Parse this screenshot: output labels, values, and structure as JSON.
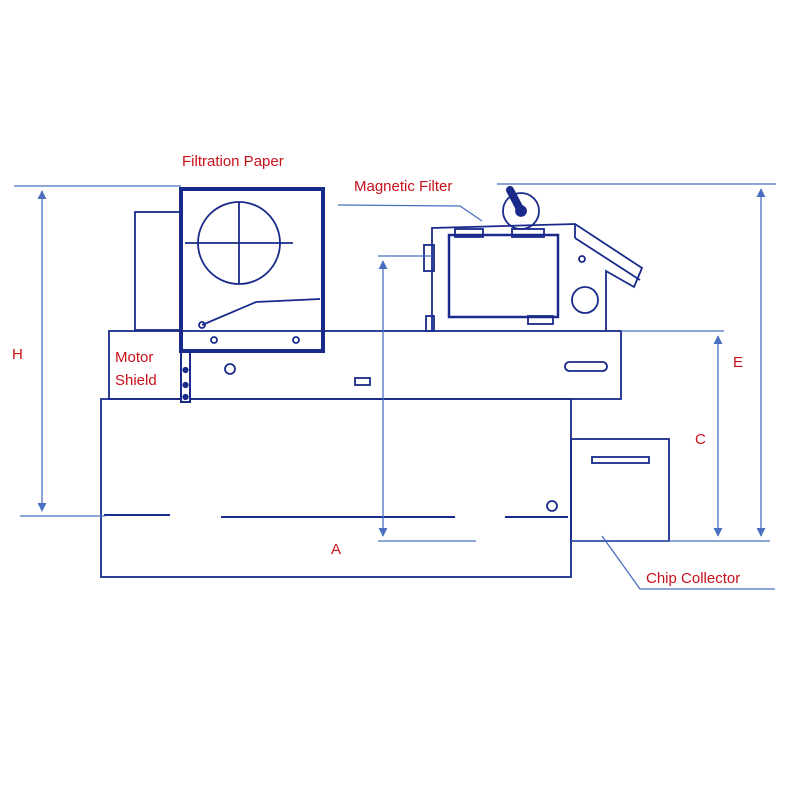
{
  "labels": {
    "filtration_paper": "Filtration Paper",
    "magnetic_filter": "Magnetic Filter",
    "motor": "Motor",
    "shield": "Shield",
    "chip_collector": "Chip Collector",
    "dim_h": "H",
    "dim_e": "E",
    "dim_c": "C",
    "dim_a": "A"
  },
  "colors": {
    "line": "#1a2a8a",
    "dimension": "#4a6fc0",
    "text": "#c8101a"
  }
}
